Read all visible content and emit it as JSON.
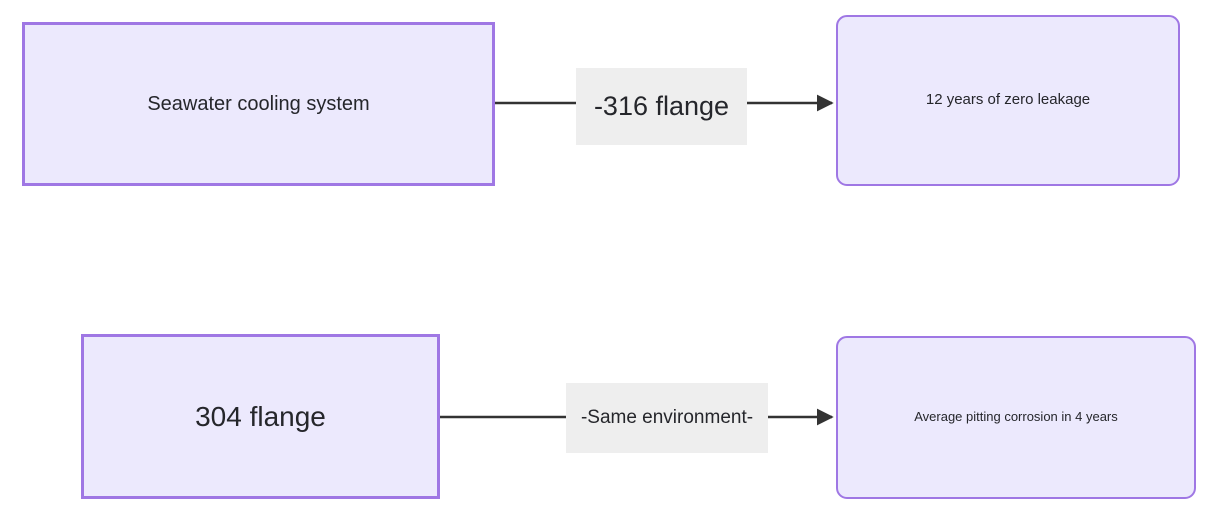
{
  "diagram": {
    "type": "flowchart",
    "direction": "left-to-right",
    "background_color": "#ffffff",
    "node_fill_color": "#ece9fd",
    "node_border_color": "#9f77e4",
    "node_text_color": "#25262b",
    "edge_color": "#333333",
    "edge_label_background": "#eeeeee",
    "flows": [
      {
        "id": "flow-top",
        "source": {
          "id": "node-source-top",
          "label": "Seawater cooling system",
          "shape": "rectangle"
        },
        "edge": {
          "id": "edge-top",
          "label": "-316 flange",
          "arrow": "solid-triangle"
        },
        "target": {
          "id": "node-target-top",
          "label": "12 years of zero leakage",
          "shape": "rounded-rectangle"
        }
      },
      {
        "id": "flow-bottom",
        "source": {
          "id": "node-source-bottom",
          "label": "304 flange",
          "shape": "rectangle"
        },
        "edge": {
          "id": "edge-bottom",
          "label": "-Same environment-",
          "arrow": "solid-triangle"
        },
        "target": {
          "id": "node-target-bottom",
          "label": "Average pitting corrosion in 4 years",
          "shape": "rounded-rectangle"
        }
      }
    ]
  }
}
